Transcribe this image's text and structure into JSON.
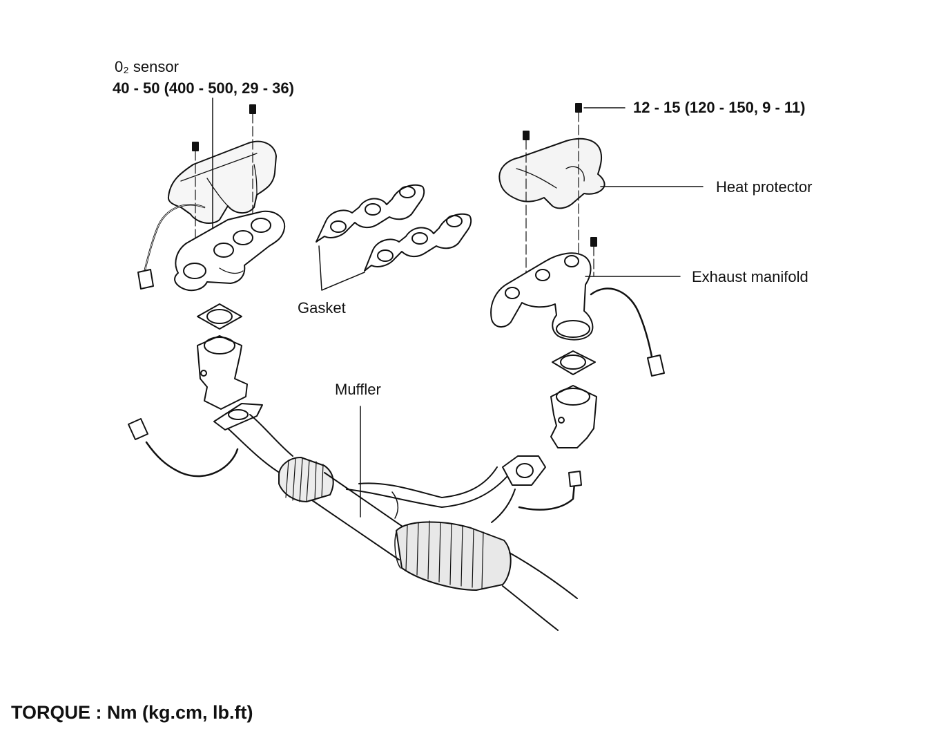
{
  "diagram": {
    "labels": {
      "o2_sensor": "0₂ sensor",
      "o2_torque": "40 - 50 (400 - 500, 29 -  36)",
      "heat_torque": "12 - 15 (120 - 150, 9 - 11)",
      "heat_protector": "Heat protector",
      "exhaust_manifold": "Exhaust manifold",
      "gasket": "Gasket",
      "muffler": "Muffler",
      "torque_units": "TORQUE : Nm (kg.cm, lb.ft)"
    },
    "colors": {
      "line": "#111111",
      "fill": "#ffffff",
      "shade": "#e6e6e6"
    }
  }
}
